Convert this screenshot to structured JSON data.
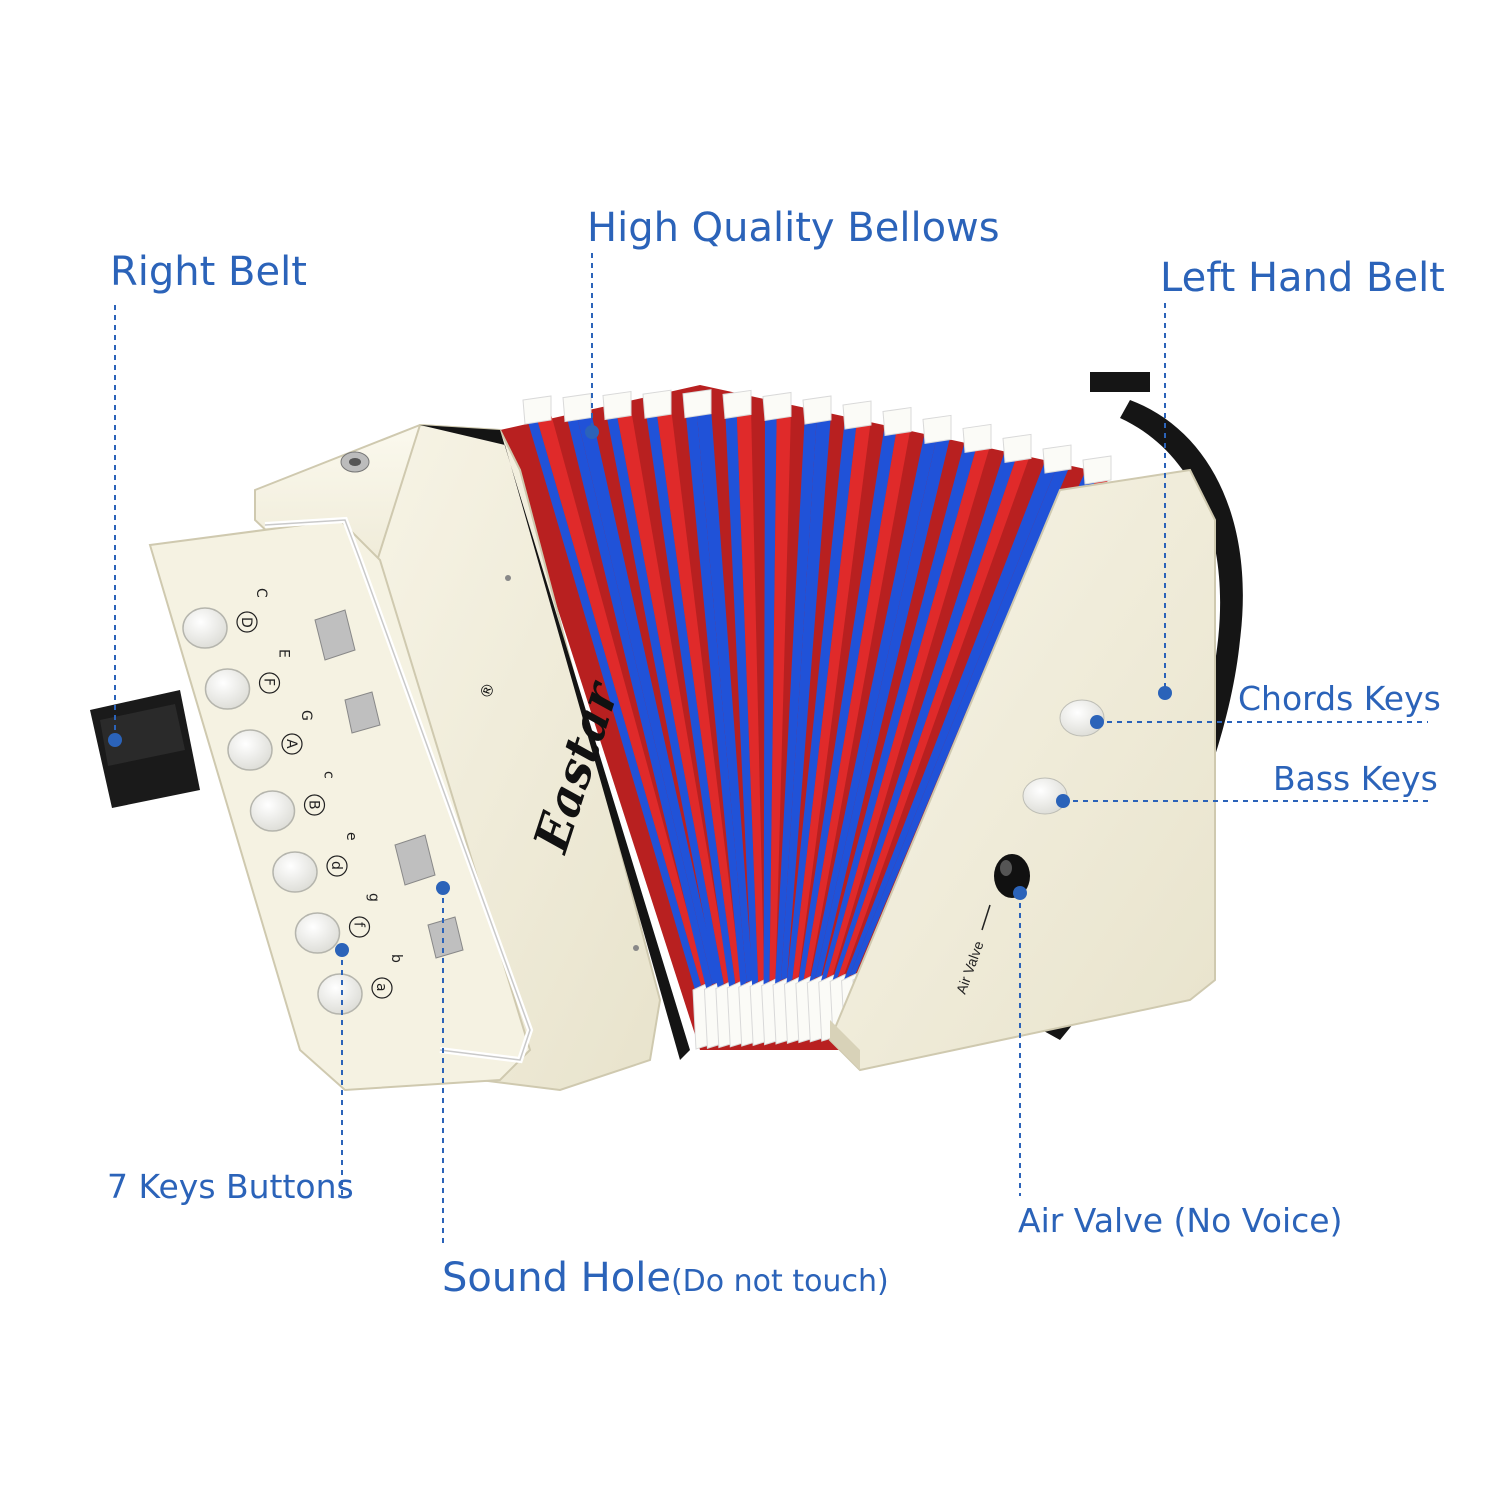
{
  "callouts": {
    "right_belt": "Right Belt",
    "high_quality_bellows": "High Quality Bellows",
    "left_hand_belt": "Left Hand Belt",
    "chords_keys": "Chords Keys",
    "bass_keys": "Bass Keys",
    "seven_keys_buttons": "7 Keys Buttons",
    "sound_hole": "Sound Hole",
    "sound_hole_note": "(Do not touch)",
    "air_valve": "Air Valve (No Voice)"
  },
  "product": {
    "brand": "Eastar",
    "registered_mark": "®",
    "air_valve_marking": "Air Valve",
    "key_letters_upper": [
      "C",
      "E",
      "G",
      "c",
      "e",
      "g",
      "b"
    ],
    "key_letters_circled": [
      "D",
      "F",
      "A",
      "B",
      "d",
      "f",
      "a"
    ]
  },
  "colors": {
    "callout_text": "#2b63b9",
    "leader_line": "#2b63b9",
    "body_ivory": "#f3efdc",
    "bellows_red": "#e02a2a",
    "bellows_blue": "#2052d8",
    "bellows_white": "#fbfbf7",
    "strap_black": "#151515"
  },
  "icons": {
    "leader_dot": "filled-circle",
    "key_button": "round-white-button"
  }
}
